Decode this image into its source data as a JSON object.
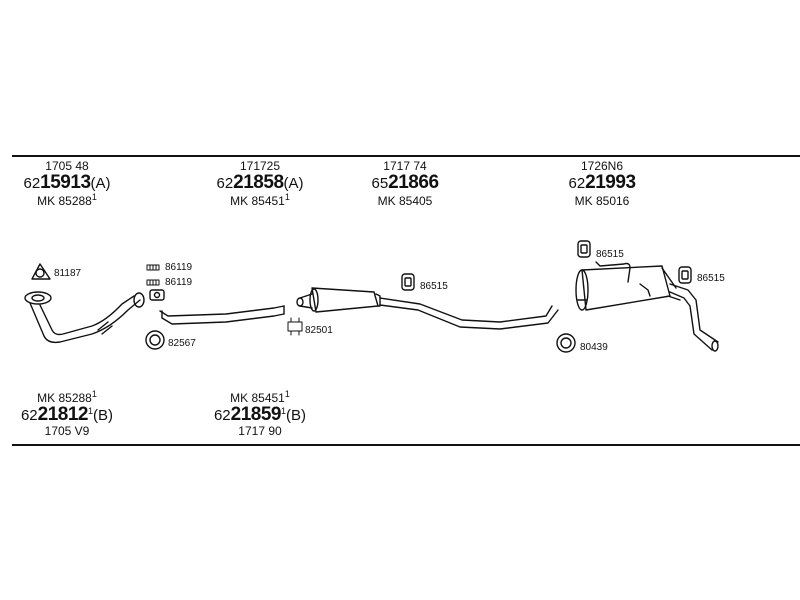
{
  "top_blocks": [
    {
      "id": "front",
      "ref": "1705 48",
      "pre": "62",
      "bold": "15913",
      "suffix": "(A)",
      "mk": "MK 85288",
      "mk_sup": "1"
    },
    {
      "id": "middle",
      "ref": "171725",
      "pre": "62",
      "bold": "21858",
      "suffix": "(A)",
      "mk": "MK 85451",
      "mk_sup": "1"
    },
    {
      "id": "center",
      "ref": "1717 74",
      "pre": "65",
      "bold": "21866",
      "suffix": "",
      "mk": "MK 85405",
      "mk_sup": ""
    },
    {
      "id": "rear",
      "ref": "1726N6",
      "pre": "62",
      "bold": "21993",
      "suffix": "",
      "mk": "MK 85016",
      "mk_sup": ""
    }
  ],
  "bottom_blocks": [
    {
      "id": "front",
      "mk": "MK 85288",
      "mk_sup": "1",
      "pre": "62",
      "bold": "21812",
      "bold_sup": "1",
      "suffix": "(B)",
      "ref": "1705 V9"
    },
    {
      "id": "middle",
      "mk": "MK 85451",
      "mk_sup": "1",
      "pre": "62",
      "bold": "21859",
      "bold_sup": "1",
      "suffix": "(B)",
      "ref": "1717 90"
    }
  ],
  "callouts": {
    "gasket_81187": "81187",
    "bolt_86119_a": "86119",
    "bolt_86119_b": "86119",
    "clamp_82567": "82567",
    "clamp_82501": "82501",
    "hanger_86515_center": "86515",
    "hanger_86515_rear_top": "86515",
    "hanger_86515_rear_side": "86515",
    "clamp_80439": "80439"
  }
}
